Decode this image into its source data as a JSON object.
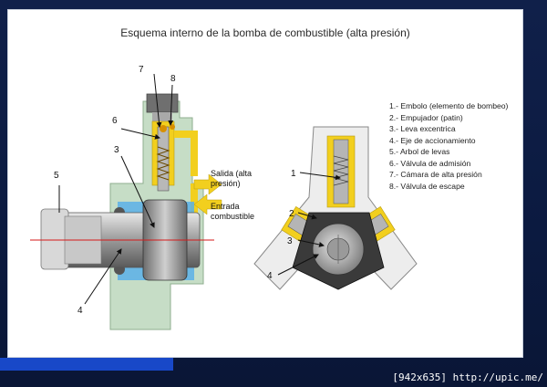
{
  "title": "Esquema interno de la bomba de combustible (alta presión)",
  "callouts": {
    "left_pump": [
      "7",
      "8",
      "6",
      "3",
      "5",
      "4"
    ],
    "radial_pump": [
      "1",
      "2",
      "3",
      "4"
    ]
  },
  "flow_labels": {
    "outlet_line1": "Salida (alta",
    "outlet_line2": "presión)",
    "inlet_line1": "Entrada",
    "inlet_line2": "combustible"
  },
  "legend": [
    "1.- Embolo (elemento de bombeo)",
    "2.- Empujador (patin)",
    "3.- Leva excentrica",
    "4.- Eje de accionamiento",
    "5.- Arbol de levas",
    "6.- Válvula de admisión",
    "7.- Cámara de alta presión",
    "8.- Válvula de escape"
  ],
  "credit": "[942x635] http://upic.me/",
  "colors": {
    "background": "#0a1636",
    "slide": "#ffffff",
    "housing_green": "#c6ddc6",
    "fuel_yellow": "#f2cf1e",
    "fluid_blue": "#5ab0e8",
    "shaft_grey": "#8a8a8a",
    "centerline_red": "#d61a1a"
  }
}
